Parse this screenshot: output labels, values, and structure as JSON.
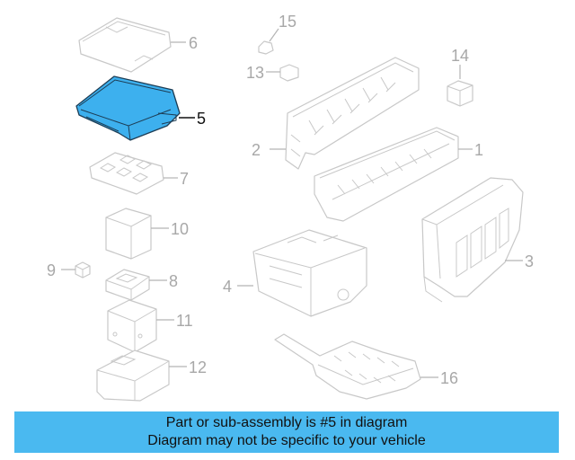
{
  "callouts": {
    "c1": "1",
    "c2": "2",
    "c3": "3",
    "c4": "4",
    "c5": "5",
    "c6": "6",
    "c7": "7",
    "c8": "8",
    "c9": "9",
    "c10": "10",
    "c11": "11",
    "c12": "12",
    "c13": "13",
    "c14": "14",
    "c15": "15",
    "c16": "16"
  },
  "highlight": {
    "part_number": "5",
    "color": "#3db0ee"
  },
  "banner": {
    "line1": "Part or sub-assembly is #5 in diagram",
    "line2": "Diagram may not be specific to your vehicle",
    "background": "#4ab9f0"
  }
}
